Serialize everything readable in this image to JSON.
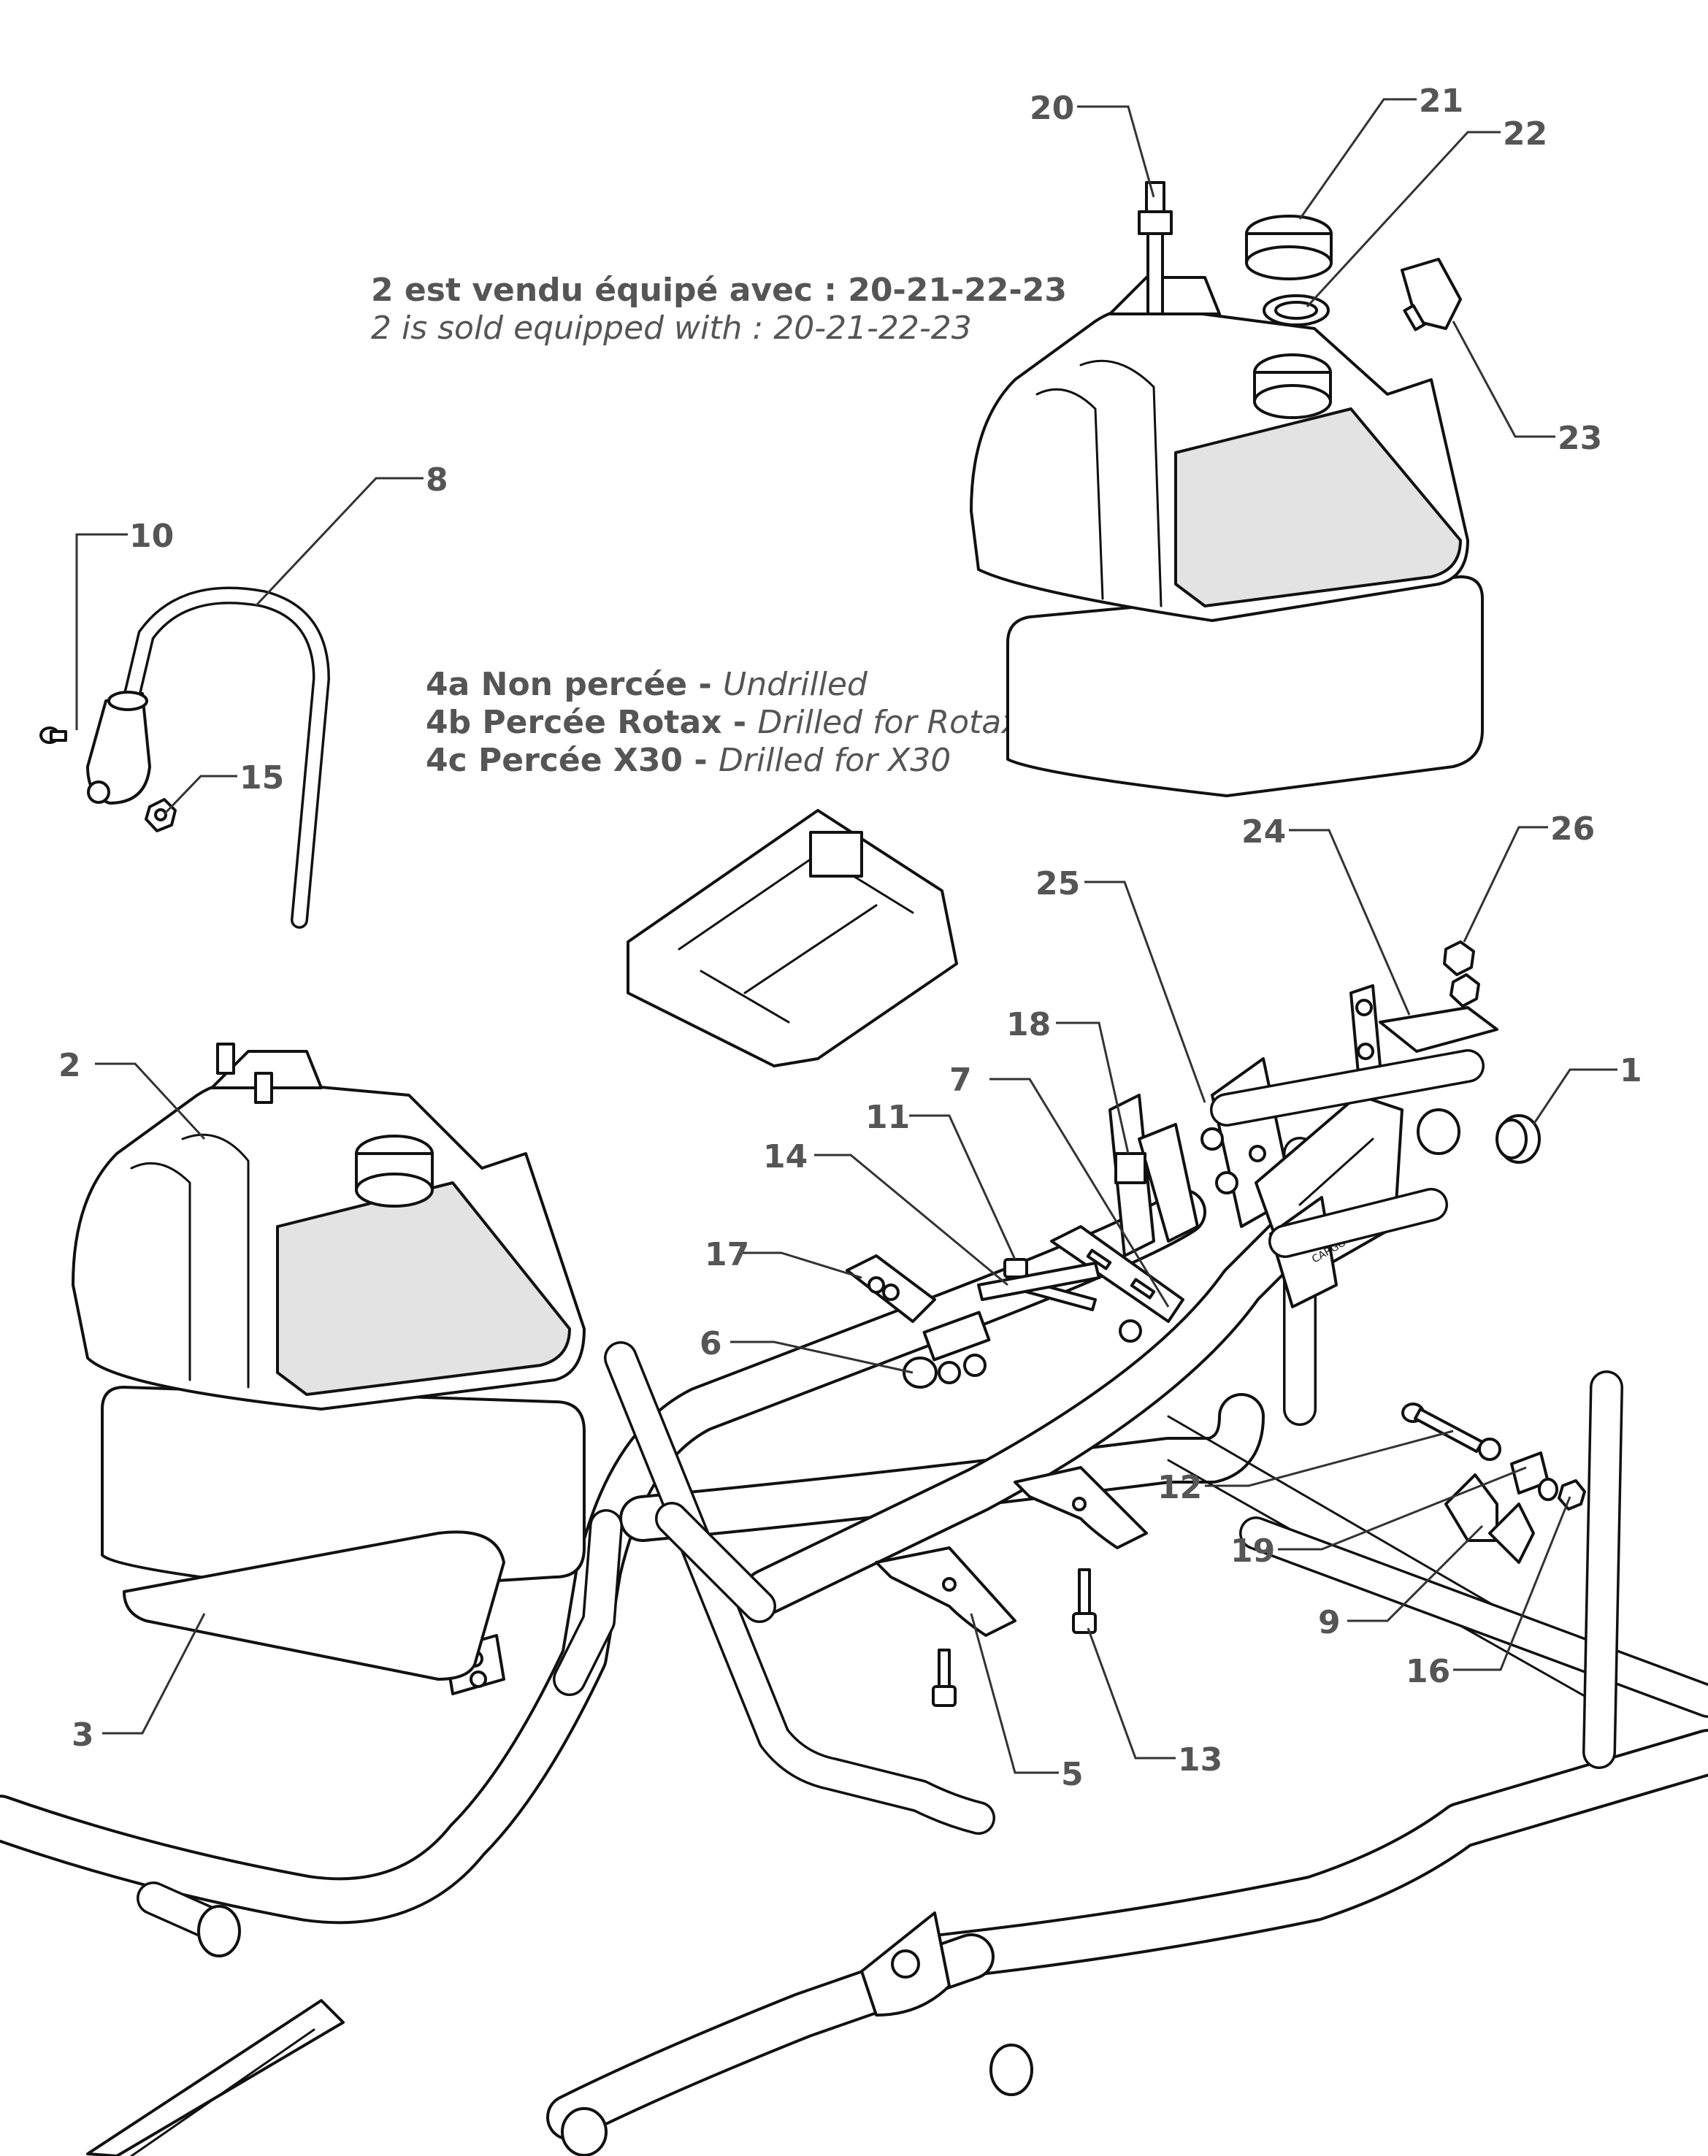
{
  "notes": {
    "tank_kit_fr": "2 est vendu équipé avec : 20-21-22-23",
    "tank_kit_en": "2 is sold equipped with : 20-21-22-23",
    "variant_a_fr": "4a Non percée - ",
    "variant_a_en": "Undrilled",
    "variant_b_fr": "4b Percée Rotax - ",
    "variant_b_en": "Drilled for Rotax",
    "variant_c_fr": "4c Percée X30 - ",
    "variant_c_en": "Drilled for X30"
  },
  "callouts": [
    {
      "number": "1"
    },
    {
      "number": "2"
    },
    {
      "number": "3"
    },
    {
      "number": "5"
    },
    {
      "number": "6"
    },
    {
      "number": "7"
    },
    {
      "number": "8"
    },
    {
      "number": "9"
    },
    {
      "number": "10"
    },
    {
      "number": "11"
    },
    {
      "number": "12"
    },
    {
      "number": "13"
    },
    {
      "number": "14"
    },
    {
      "number": "15"
    },
    {
      "number": "16"
    },
    {
      "number": "17"
    },
    {
      "number": "18"
    },
    {
      "number": "19"
    },
    {
      "number": "20"
    },
    {
      "number": "21"
    },
    {
      "number": "22"
    },
    {
      "number": "23"
    },
    {
      "number": "24"
    },
    {
      "number": "25"
    },
    {
      "number": "26"
    }
  ],
  "engraving": "CARGO"
}
